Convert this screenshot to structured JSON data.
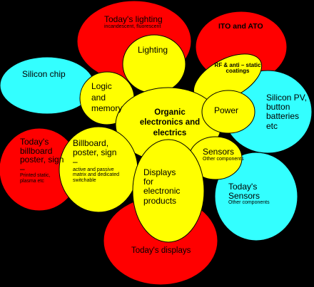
{
  "colors": {
    "red": "#ff0000",
    "yellow": "#ffff00",
    "cyan": "#33ffff",
    "outline": "#000000",
    "background": "#000000"
  },
  "nodes": {
    "todays_lighting": {
      "title": "Today's lighting",
      "sub": "incandescent, fluorescent"
    },
    "ito_ato": {
      "title": "ITO and ATO"
    },
    "silicon_chip": {
      "title": "Silicon chip"
    },
    "silicon_pv": {
      "title": "Silicon PV, button batteries etc"
    },
    "todays_billboard": {
      "title": "Today's billboard poster, sign –",
      "sub": "Printed static, plasma etc"
    },
    "todays_sensors": {
      "title": "Today's Sensors",
      "sub": "Other components"
    },
    "todays_displays": {
      "title": "Today's displays"
    },
    "lighting": {
      "title": "Lighting"
    },
    "rf_anti_static": {
      "title": "RF & anti – static coatings"
    },
    "logic_memory": {
      "title": "Logic and memory"
    },
    "center": {
      "title": "Organic electronics and electrics"
    },
    "power": {
      "title": "Power"
    },
    "billboard": {
      "title": "Billboard, poster, sign –",
      "sub": "active and passive matrix and dedicated switchable"
    },
    "sensors": {
      "title": "Sensors",
      "sub": "Other components"
    },
    "displays": {
      "title": "Displays for electronic products"
    }
  }
}
